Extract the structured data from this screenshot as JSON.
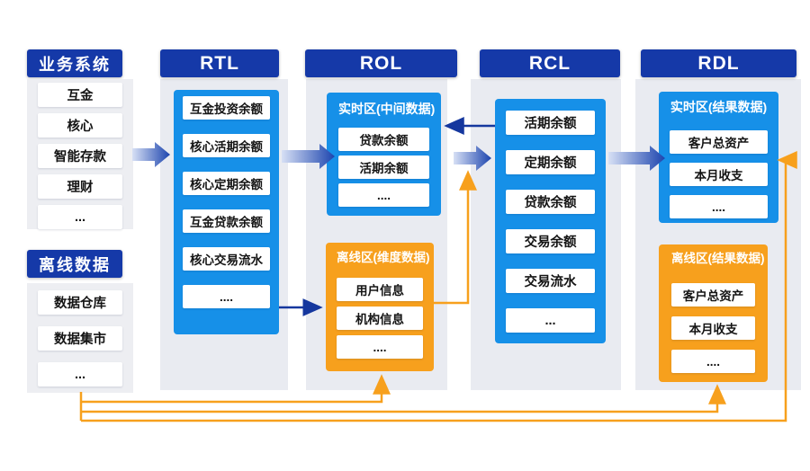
{
  "palette": {
    "header_blue": "#1539A8",
    "panel_blue": "#1690E8",
    "panel_orange": "#F7A01D",
    "column_gray": "#E9EBF1",
    "arrow_navy": "#15379E",
    "arrow_gradient_light": "#D7E0F5",
    "arrow_gradient_dark": "#1C44AE"
  },
  "business": {
    "title": "业务系统",
    "items": [
      "互金",
      "核心",
      "智能存款",
      "理财",
      "..."
    ]
  },
  "offline_source": {
    "title": "离线数据",
    "items": [
      "数据仓库",
      "数据集市",
      "..."
    ]
  },
  "rtl": {
    "title": "RTL",
    "items": [
      "互金投资余额",
      "核心活期余额",
      "核心定期余额",
      "互金贷款余额",
      "核心交易流水",
      "...."
    ]
  },
  "rol": {
    "title": "ROL",
    "realtime": {
      "title": "实时区(中间数据)",
      "items": [
        "贷款余额",
        "活期余额",
        "...."
      ]
    },
    "offline": {
      "title": "离线区(维度数据)",
      "items": [
        "用户信息",
        "机构信息",
        "...."
      ]
    }
  },
  "rcl": {
    "title": "RCL",
    "items": [
      "活期余额",
      "定期余额",
      "贷款余额",
      "交易余额",
      "交易流水",
      "..."
    ]
  },
  "rdl": {
    "title": "RDL",
    "realtime": {
      "title": "实时区(结果数据)",
      "items": [
        "客户总资产",
        "本月收支",
        "...."
      ]
    },
    "offline": {
      "title": "离线区(结果数据)",
      "items": [
        "客户总资产",
        "本月收支",
        "...."
      ]
    }
  }
}
